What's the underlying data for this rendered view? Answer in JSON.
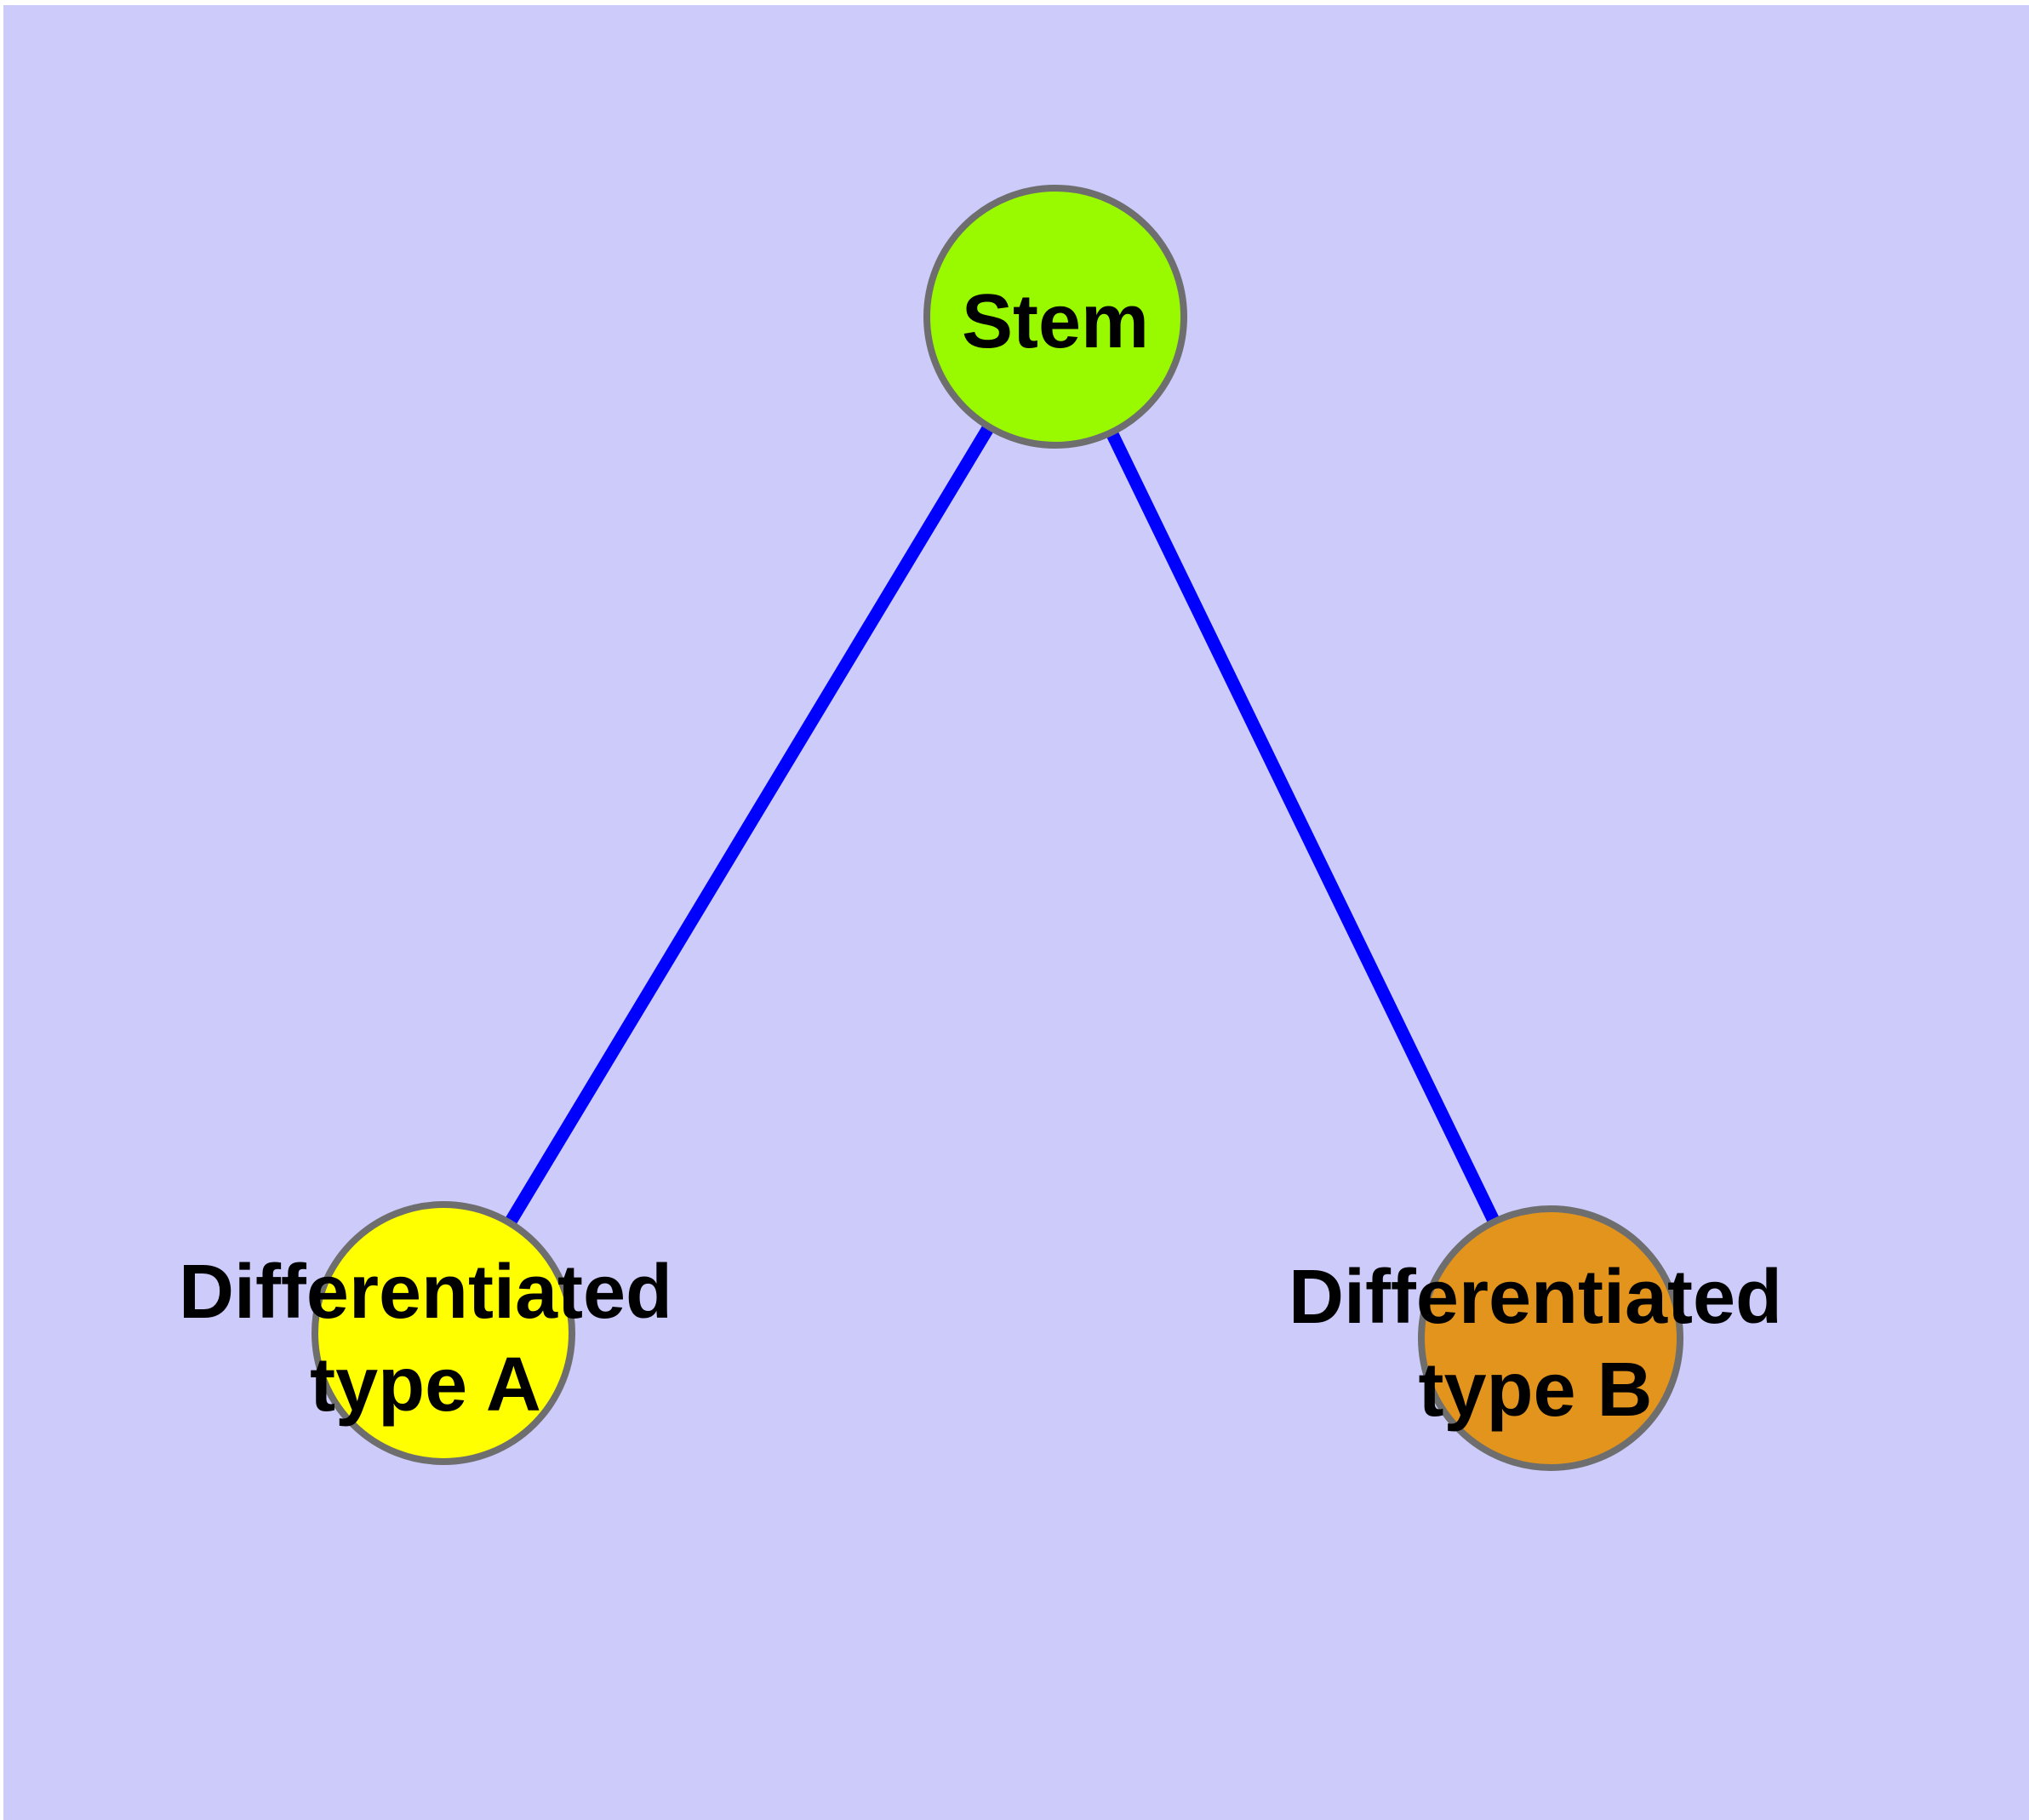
{
  "page": {
    "background_color": "#ffffff",
    "canvas_color": "#cccbfa"
  },
  "diagram": {
    "description": "Stem cell differentiation graph with one root node and two differentiated child nodes",
    "text_color": "#000000",
    "node_border_color": "#6e6e6e",
    "edge_color": "#0000ff",
    "nodes": [
      {
        "id": "stem",
        "label": "Stem",
        "fill_color": "#99fa00"
      },
      {
        "id": "differentiated-type-a",
        "label_line1": "Differentiated",
        "label_line2": "type A",
        "fill_color": "#ffff00"
      },
      {
        "id": "differentiated-type-b",
        "label_line1": "Differentiated",
        "label_line2": "type B",
        "fill_color": "#e3941c"
      }
    ],
    "edges": [
      {
        "from": "stem",
        "to": "differentiated-type-a"
      },
      {
        "from": "stem",
        "to": "differentiated-type-b"
      }
    ]
  }
}
